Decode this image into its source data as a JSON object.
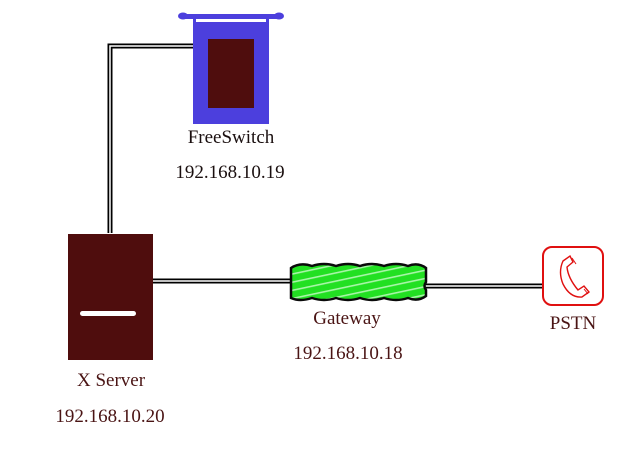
{
  "diagram": {
    "title": "",
    "colors": {
      "server": "#4f0d0d",
      "freeswitch_frame": "#4c3fdd",
      "freeswitch_screen": "#4f0d0d",
      "gateway_fill": "#22e022",
      "gateway_stripe": "#a8f5a8",
      "pstn_stroke": "#e01010",
      "link": "#000000",
      "label_dark": "#1a0f0f",
      "label_maroon": "#4a1414"
    },
    "nodes": [
      {
        "id": "freeswitch",
        "type": "freeswitch-server-icon",
        "name": "FreeSwitch",
        "ip": "192.168.10.19"
      },
      {
        "id": "xserver",
        "type": "server-tower-icon",
        "name": "X Server",
        "ip": "192.168.10.20"
      },
      {
        "id": "gateway",
        "type": "gateway-cable-icon",
        "name": "Gateway",
        "ip": "192.168.10.18"
      },
      {
        "id": "pstn",
        "type": "telephone-icon",
        "name": "PSTN"
      }
    ],
    "links": [
      {
        "from": "xserver",
        "to": "freeswitch"
      },
      {
        "from": "xserver",
        "to": "gateway"
      },
      {
        "from": "gateway",
        "to": "pstn"
      }
    ]
  }
}
